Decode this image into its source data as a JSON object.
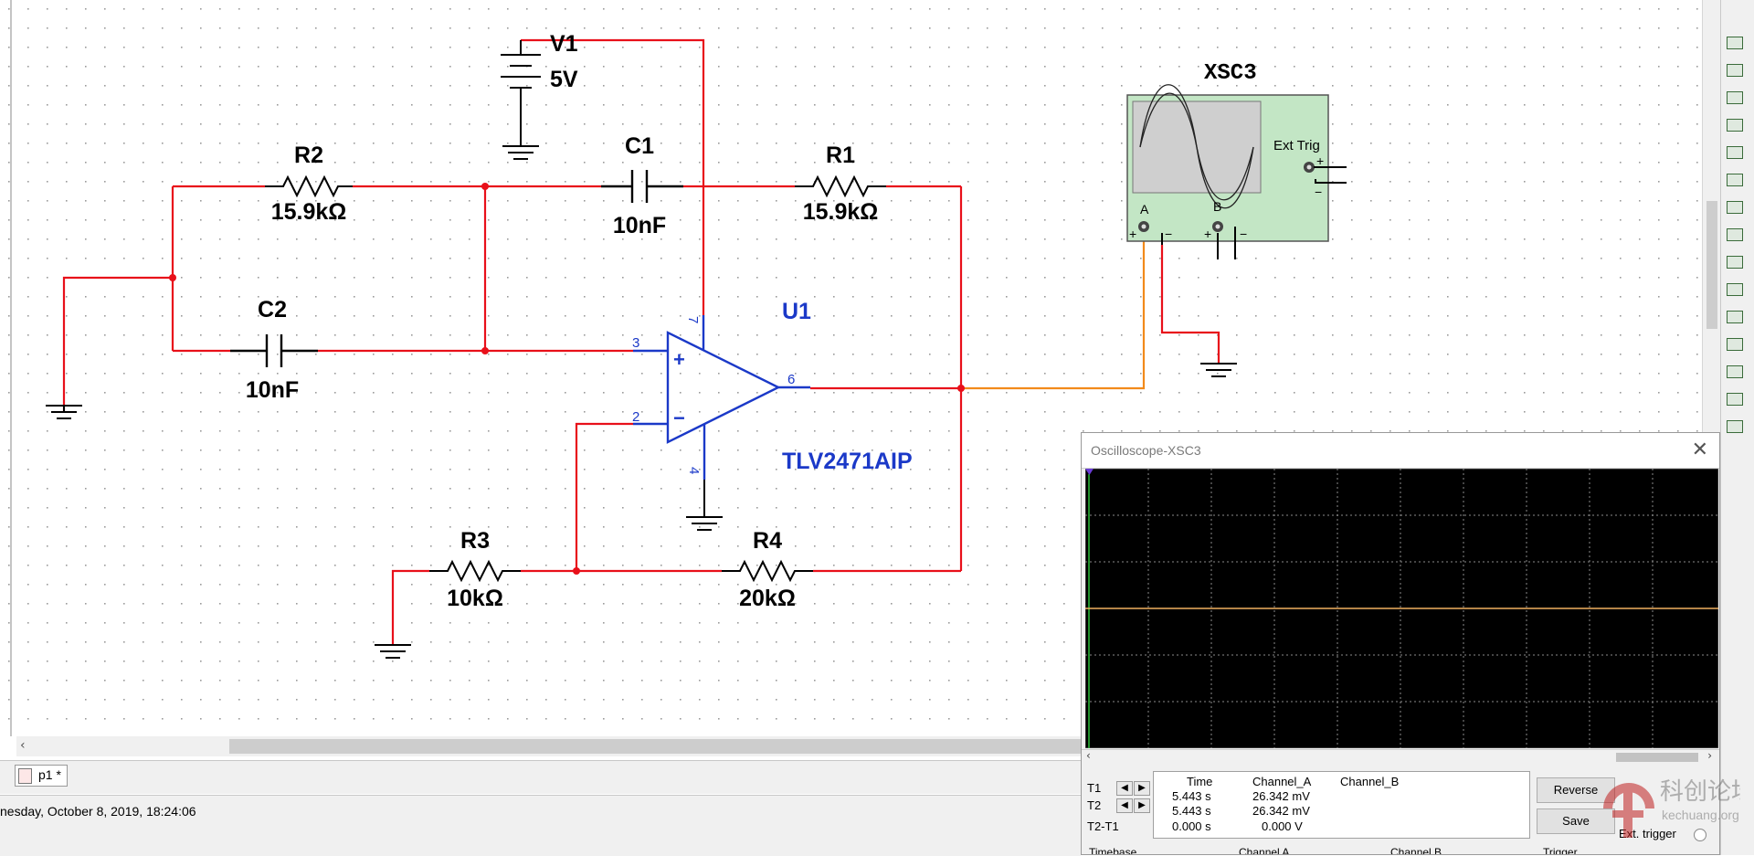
{
  "schematic": {
    "components": {
      "v1": {
        "name": "V1",
        "value": "5V"
      },
      "r1": {
        "name": "R1",
        "value": "15.9kΩ"
      },
      "r2": {
        "name": "R2",
        "value": "15.9kΩ"
      },
      "c1": {
        "name": "C1",
        "value": "10nF"
      },
      "c2": {
        "name": "C2",
        "value": "10nF"
      },
      "r3": {
        "name": "R3",
        "value": "10kΩ"
      },
      "r4": {
        "name": "R4",
        "value": "20kΩ"
      },
      "u1": {
        "name": "U1",
        "part": "TLV2471AIP",
        "pins": {
          "p3": "3",
          "p2": "2",
          "p6": "6",
          "p7": "7",
          "p4": "4"
        },
        "plus": "+",
        "minus": "−"
      },
      "xsc3": {
        "name": "XSC3",
        "ext_trig": "Ext Trig",
        "ch_a": "A",
        "ch_b": "B",
        "plus": "+",
        "minus": "−"
      }
    },
    "colors": {
      "wire": "#e8101a",
      "probe_wire": "#f28a1b",
      "opamp": "#1b39c8",
      "scope_body": "#c3e6c5"
    }
  },
  "oscilloscope": {
    "title": "Oscilloscope-XSC3",
    "close": "✕",
    "cursors": {
      "headers": [
        "Time",
        "Channel_A",
        "Channel_B"
      ],
      "rows": [
        {
          "label": "T1",
          "time": "5.443 s",
          "ch_a": "26.342 mV",
          "ch_b": ""
        },
        {
          "label": "T2",
          "time": "5.443 s",
          "ch_a": "26.342 mV",
          "ch_b": ""
        },
        {
          "label": "T2-T1",
          "time": "0.000 s",
          "ch_a": "0.000 V",
          "ch_b": ""
        }
      ]
    },
    "buttons": {
      "reverse": "Reverse",
      "save": "Save"
    },
    "ext_trigger": "Ext. trigger",
    "footer": {
      "timebase": "Timebase",
      "channel_a": "Channel A",
      "channel_b": "Channel B",
      "trigger": "Trigger"
    },
    "trace_color": "#f0b060"
  },
  "tab": {
    "label": "p1 *"
  },
  "status": {
    "text": "nesday, October 8, 2019, 18:24:06"
  },
  "watermark": {
    "text": "科创论坛",
    "url": "kechuang.org"
  }
}
